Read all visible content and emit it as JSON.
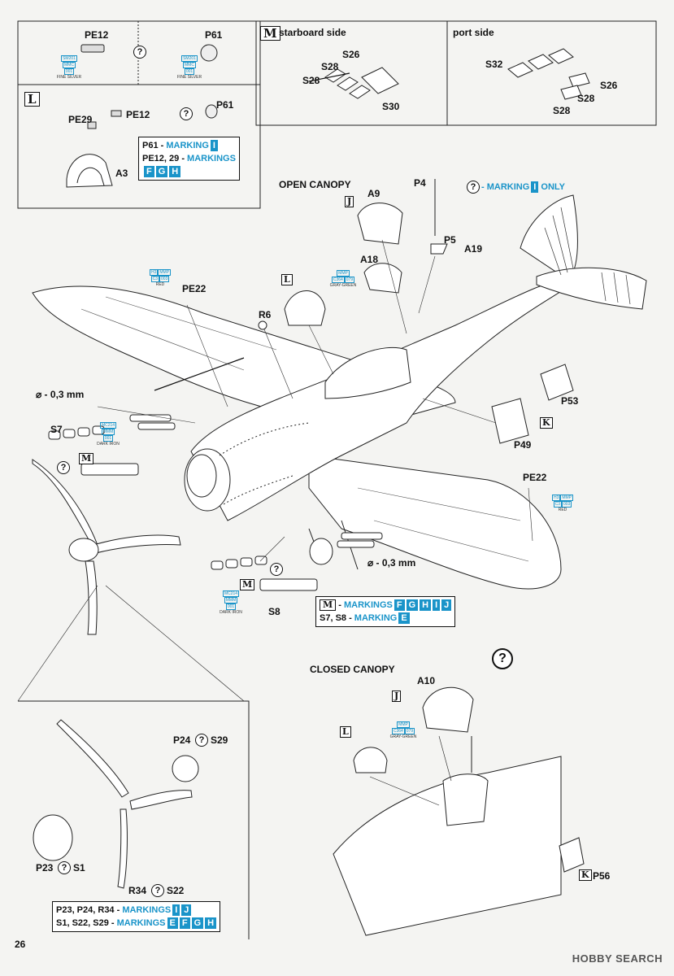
{
  "page_number": "26",
  "watermark": "HOBBY SEARCH",
  "steps": {
    "top_left": {
      "parts": [
        "PE12",
        "P61"
      ],
      "paint_pe12": {
        "code": "SM201",
        "brand": "MMC",
        "num": "001",
        "name": "FINE SILVER"
      },
      "paint_p61": {
        "code": "SM201",
        "brand": "MMC",
        "num": "001",
        "name": "FINE SILVER"
      }
    },
    "M": {
      "letter": "M",
      "starboard_title": "starboard side",
      "port_title": "port side",
      "starboard_parts": [
        "S26",
        "S28",
        "S28",
        "S30"
      ],
      "port_parts": [
        "S32",
        "S26",
        "S28",
        "S28"
      ]
    },
    "L": {
      "letter": "L",
      "parts": [
        "PE29",
        "PE12",
        "P61",
        "A3"
      ],
      "note_line1": "P61 - ",
      "note_line1_mk": "MARKING",
      "note_line1_boxes": [
        "I"
      ],
      "note_line2": "PE12, 29 - ",
      "note_line2_mk": "MARKINGS",
      "note_line2_boxes": [
        "F",
        "G",
        "H"
      ]
    },
    "open_canopy": {
      "title": "OPEN CANOPY",
      "parts": [
        "A9",
        "A18",
        "P4",
        "P5",
        "A19",
        "PE22",
        "R6",
        "P53",
        "P49",
        "S7",
        "PE22",
        "S8"
      ],
      "p4_note": "- MARKING",
      "p4_note_box": "I",
      "p4_note_only": "ONLY",
      "drill_1": "⌀ - 0,3 mm",
      "drill_2": "⌀ - 0,3 mm",
      "paint_pe22_top": {
        "code1": "H3",
        "code2": "MMP",
        "c": "C3",
        "n": "003",
        "name": "RED"
      },
      "paint_a18": {
        "code": "MMP",
        "c": "C364",
        "n": "079",
        "name": "GRAY-GREEN"
      },
      "paint_s7": {
        "code": "MC214",
        "brand": "MMM",
        "num": "001",
        "name": "DARK IRON"
      },
      "paint_pe22_right": {
        "code1": "H3",
        "code2": "MMP",
        "c": "C3",
        "n": "003",
        "name": "RED"
      },
      "paint_s8": {
        "code": "MC214",
        "brand": "MMM",
        "num": "001",
        "name": "DARK IRON"
      },
      "note_m_prefix": "M",
      "note_m_text": " - ",
      "note_m_mk": "MARKINGS",
      "note_m_boxes": [
        "F",
        "G",
        "H",
        "I",
        "J"
      ],
      "note_s_text": "S7, S8 - ",
      "note_s_mk": "MARKING",
      "note_s_boxes": [
        "E"
      ]
    },
    "prop": {
      "parts": [
        "P24",
        "S29",
        "P23",
        "S1",
        "R34",
        "S22"
      ],
      "note1_text": "P23, P24, R34 - ",
      "note1_mk": "MARKINGS",
      "note1_boxes": [
        "I",
        "J"
      ],
      "note2_text": "S1, S22, S29 - ",
      "note2_mk": "MARKINGS",
      "note2_boxes": [
        "E",
        "F",
        "G",
        "H"
      ]
    },
    "closed_canopy": {
      "title": "CLOSED CANOPY",
      "parts": [
        "A10",
        "P56"
      ],
      "paint": {
        "code": "MMP",
        "c": "C364",
        "n": "079",
        "name": "GRAY-GREEN"
      }
    }
  },
  "box_letters": {
    "J": "J",
    "K": "K",
    "L": "L",
    "M": "M"
  }
}
